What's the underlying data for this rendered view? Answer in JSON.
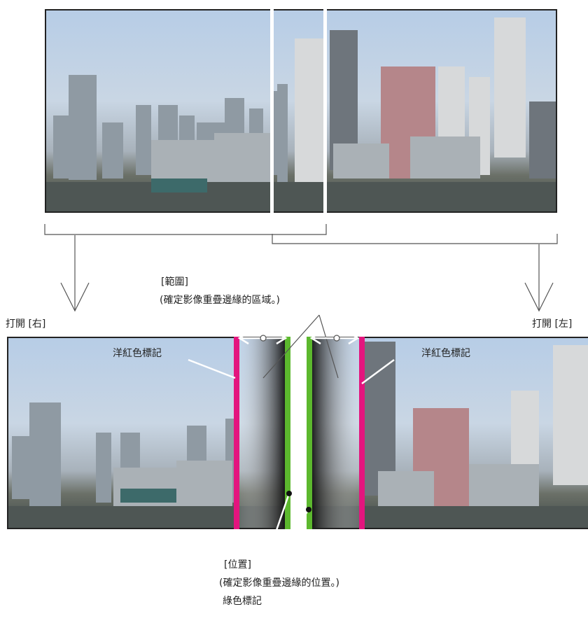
{
  "labels": {
    "open_right": "打開 [右]",
    "open_left": "打開 [左]",
    "range_title": "[範圍]",
    "range_desc": "(確定影像重疊邊緣的區域。)",
    "magenta_marker_left": "洋紅色標記",
    "magenta_marker_right": "洋紅色標記",
    "position_title": "[位置]",
    "position_desc": "(確定影像重疊邊緣的位置。)",
    "green_marker": "綠色標記"
  },
  "colors": {
    "magenta": "#e3157e",
    "green": "#5cb82e",
    "line": "#555555",
    "frame": "#222222"
  }
}
